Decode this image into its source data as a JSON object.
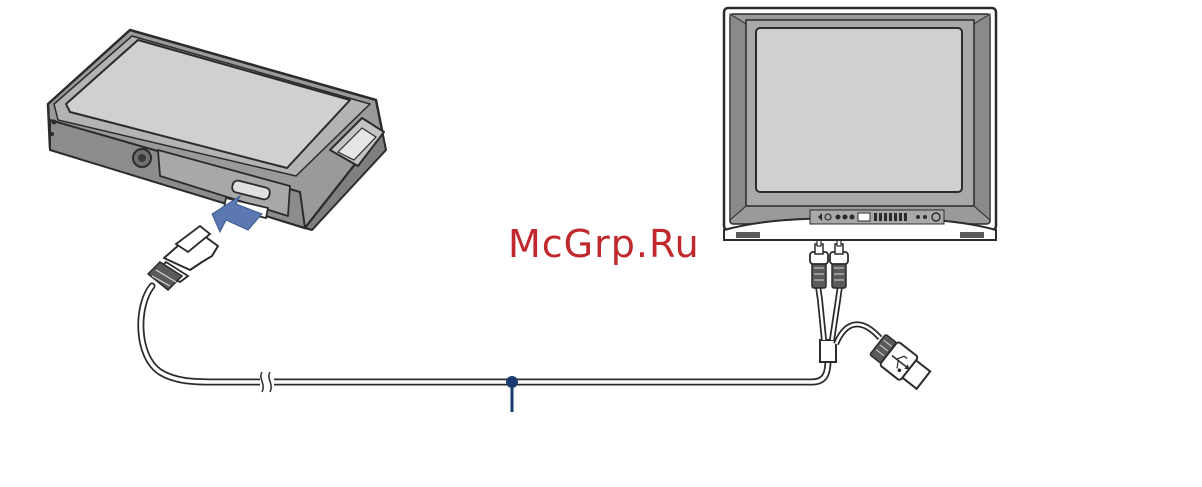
{
  "watermark": {
    "text": "McGrp.Ru",
    "color": "#c0282d"
  },
  "colors": {
    "outline": "#2b2b2b",
    "body_gray": "#9a9a9a",
    "screen_gray": "#d0d0d0",
    "arrow_blue": "#5b78b0",
    "callout_navy": "#1b3a6e"
  },
  "diagram": {
    "components": [
      "camera",
      "multi-use-terminal-cable",
      "usb-plug",
      "av-plugs",
      "tv"
    ]
  }
}
